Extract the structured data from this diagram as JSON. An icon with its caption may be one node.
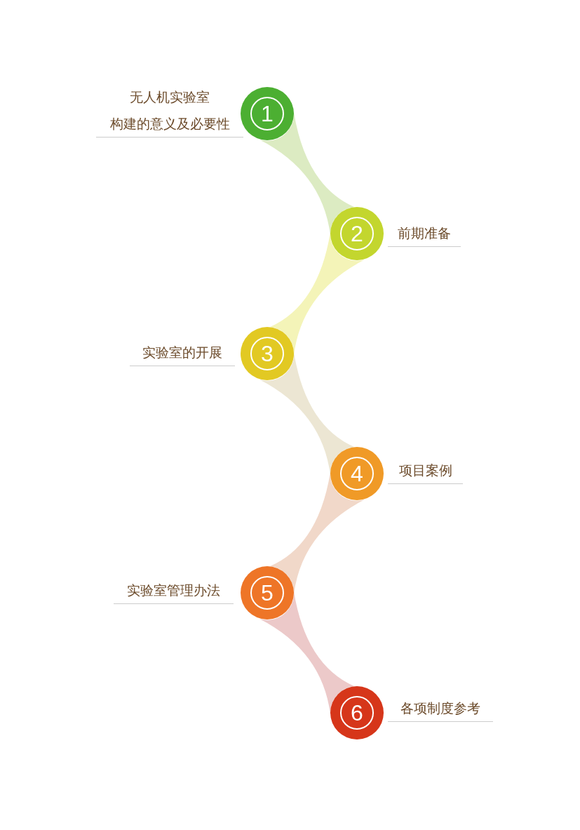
{
  "diagram": {
    "nodes": [
      {
        "text": [
          "1"
        ],
        "beside": [
          "无人机实验室构建的意义及必要性"
        ]
      },
      {
        "text": [
          "2"
        ],
        "beside": [
          "前期准备"
        ]
      },
      {
        "text": [
          "3"
        ],
        "beside": [
          "实验室的开展"
        ]
      },
      {
        "text": [
          "4"
        ],
        "beside": [
          "项目案例"
        ]
      },
      {
        "text": [
          "5"
        ],
        "beside": [
          "实验室管理办法"
        ]
      },
      {
        "text": [
          "6"
        ],
        "beside": [
          "各项制度参考"
        ]
      }
    ],
    "edges": [
      {
        "from": 0,
        "to": 1,
        "arrow": "none",
        "color": "#dcebc2"
      },
      {
        "from": 1,
        "to": 2,
        "arrow": "none",
        "color": "#f4f4b8"
      },
      {
        "from": 2,
        "to": 3,
        "arrow": "none",
        "color": "#ece6d3"
      },
      {
        "from": 3,
        "to": 4,
        "arrow": "none",
        "color": "#f1d8c9"
      },
      {
        "from": 4,
        "to": 5,
        "arrow": "none",
        "color": "#ecc9c9"
      }
    ]
  }
}
